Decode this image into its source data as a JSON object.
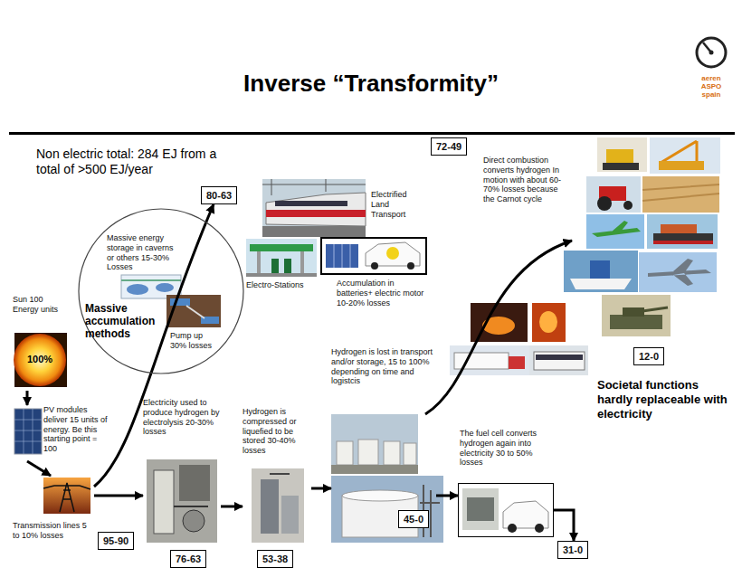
{
  "diagram": {
    "title": "Inverse “Transformity”",
    "nodes": [
      {
        "text": [
          "Sun 100 Energy units",
          "100%"
        ]
      },
      {
        "text": [
          "PV modules deliver 15 units of energy. Be this starting point = 100"
        ]
      },
      {
        "text": [
          "Transmission lines 5 to 10% losses"
        ]
      },
      {
        "text": [
          "95-90"
        ]
      },
      {
        "text": [
          "Electricity used to produce hydrogen by electrolysis 20-30% losses"
        ]
      },
      {
        "text": [
          "76-63"
        ]
      },
      {
        "text": [
          "Hydrogen is compressed or liquefied to be stored 30-40% losses"
        ]
      },
      {
        "text": [
          "53-38"
        ]
      },
      {
        "text": [
          "Hydrogen is lost in transport and/or storage, 15 to 100% depending on time and logistcis"
        ]
      },
      {
        "text": [
          "45-0"
        ]
      },
      {
        "text": [
          "The fuel cell converts hydrogen again into electricity 30 to 50% losses"
        ]
      },
      {
        "text": [
          "31-0"
        ]
      },
      {
        "text": [
          "Massive accumulation methods"
        ]
      },
      {
        "text": [
          "Massive energy storage in caverns or others 15-30% Losses"
        ],
        "in": 12
      },
      {
        "text": [
          "Pump up 30% losses"
        ],
        "in": 12
      },
      {
        "text": [
          "80-63"
        ]
      },
      {
        "text": [
          "Electrified Land Transport"
        ]
      },
      {
        "text": [
          "Electro-Stations"
        ]
      },
      {
        "text": [
          "Accumulation in batteries+ electric motor 10-20% losses"
        ]
      },
      {
        "text": [
          "72-49"
        ]
      },
      {
        "text": [
          "12-0"
        ]
      }
    ],
    "edges": [
      {
        "from": 0,
        "to": 1,
        "arrow": "to"
      },
      {
        "from": 1,
        "to": 2,
        "arrow": "to"
      },
      {
        "from": 2,
        "to": 4,
        "arrow": "to"
      },
      {
        "from": 2,
        "to": 15,
        "arrow": "to"
      },
      {
        "from": 4,
        "to": 6,
        "arrow": "to"
      },
      {
        "from": 6,
        "to": 8,
        "arrow": "to"
      },
      {
        "from": 8,
        "to": 10,
        "arrow": "to"
      },
      {
        "from": 10,
        "to": 11,
        "arrow": "to"
      }
    ],
    "labels": [
      "Non electric total: 284 EJ from a total of >500 EJ/year",
      "aeren ASPO spain",
      "Direct combustion converts hydrogen In motion with about 60-70% losses because the Carnot cycle",
      "Societal functions hardly replaceable with electricity"
    ]
  }
}
